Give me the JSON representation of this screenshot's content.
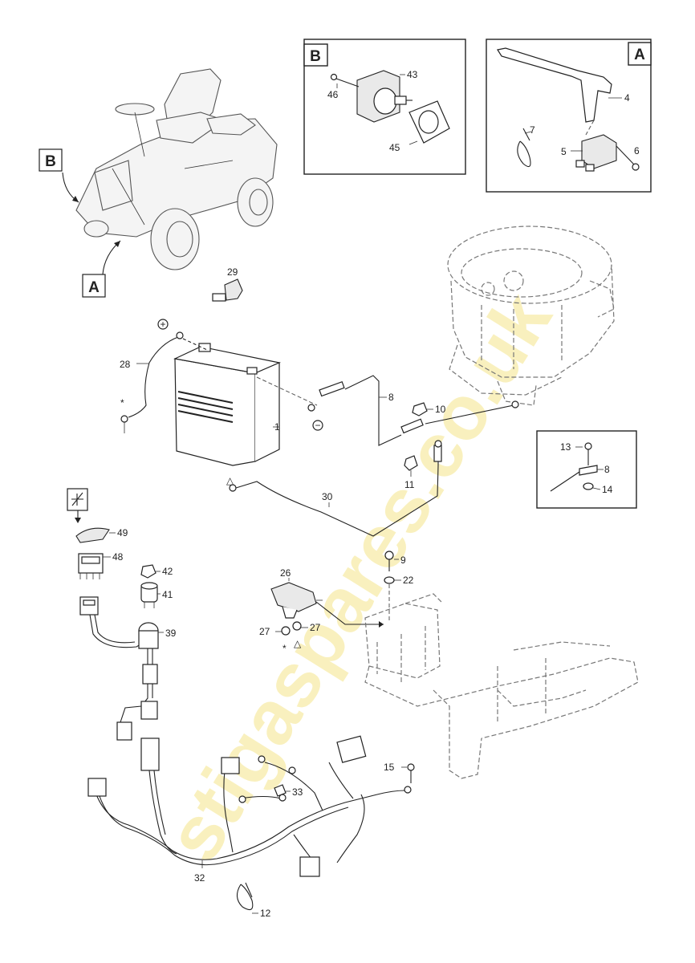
{
  "watermark": "stigaspares.co.uk",
  "detail_boxes": {
    "a": {
      "label": "A"
    },
    "b": {
      "label": "B"
    }
  },
  "callouts": {
    "a": "A",
    "b": "B"
  },
  "symbols": {
    "plus": "+",
    "minus": "−",
    "asterisk": "*",
    "triangle": "△"
  },
  "parts": {
    "p1": "1",
    "p4": "4",
    "p5": "5",
    "p6": "6",
    "p7": "7",
    "p8": "8",
    "p8b": "8",
    "p9": "9",
    "p10": "10",
    "p11": "11",
    "p12": "12",
    "p13": "13",
    "p14": "14",
    "p15": "15",
    "p22": "22",
    "p26": "26",
    "p27a": "27",
    "p27b": "27",
    "p28": "28",
    "p29": "29",
    "p30": "30",
    "p32": "32",
    "p33": "33",
    "p39": "39",
    "p41": "41",
    "p42": "42",
    "p43": "43",
    "p45": "45",
    "p46": "46",
    "p48": "48",
    "p49": "49"
  }
}
